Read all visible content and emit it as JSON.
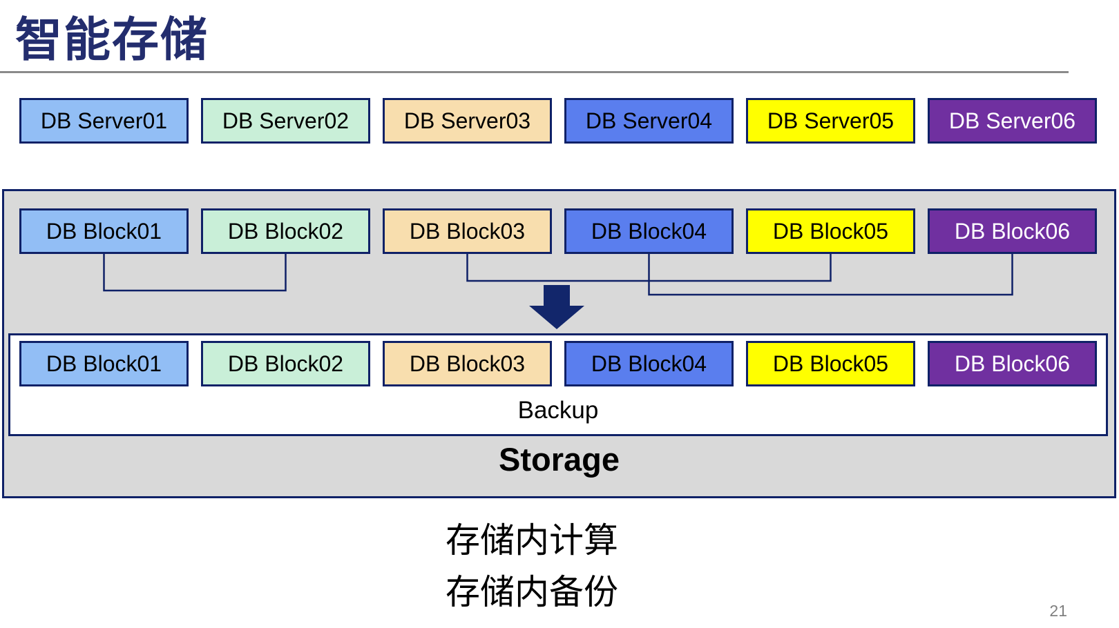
{
  "slide": {
    "title": "智能存储",
    "page_number": "21"
  },
  "servers": [
    {
      "label": "DB Server01",
      "fill": "#92bef5",
      "text_color": "#000000"
    },
    {
      "label": "DB Server02",
      "fill": "#c9efd8",
      "text_color": "#000000"
    },
    {
      "label": "DB Server03",
      "fill": "#f8deae",
      "text_color": "#000000"
    },
    {
      "label": "DB Server04",
      "fill": "#5a7eee",
      "text_color": "#000000"
    },
    {
      "label": "DB Server05",
      "fill": "#ffff00",
      "text_color": "#000000"
    },
    {
      "label": "DB Server06",
      "fill": "#7030a0",
      "text_color": "#ffffff"
    }
  ],
  "storage": {
    "blocks_top": [
      {
        "label": "DB Block01",
        "fill": "#92bef5"
      },
      {
        "label": "DB Block02",
        "fill": "#c9efd8"
      },
      {
        "label": "DB Block03",
        "fill": "#f8deae"
      },
      {
        "label": "DB Block04",
        "fill": "#5a7eee"
      },
      {
        "label": "DB Block05",
        "fill": "#ffff00"
      },
      {
        "label": "DB Block06",
        "fill": "#7030a0"
      }
    ],
    "blocks_bottom": [
      {
        "label": "DB Block01",
        "fill": "#92bef5"
      },
      {
        "label": "DB Block02",
        "fill": "#c9efd8"
      },
      {
        "label": "DB Block03",
        "fill": "#f8deae"
      },
      {
        "label": "DB Block04",
        "fill": "#5a7eee"
      },
      {
        "label": "DB Block05",
        "fill": "#ffff00"
      },
      {
        "label": "DB Block06",
        "fill": "#7030a0"
      }
    ],
    "backup_label": "Backup",
    "storage_label": "Storage",
    "pairings": [
      [
        "DB Block01",
        "DB Block02"
      ],
      [
        "DB Block03",
        "DB Block05"
      ],
      [
        "DB Block04",
        "DB Block06"
      ]
    ]
  },
  "caption": {
    "line1": "存储内计算",
    "line2": "存储内备份"
  },
  "colors": {
    "title_navy": "#232d6e",
    "border_navy": "#0f2167",
    "arrow_navy": "#12266b",
    "panel_gray": "#d9d9d9",
    "rule_gray": "#8a8a8a",
    "page_number_gray": "#7f7f7f"
  }
}
